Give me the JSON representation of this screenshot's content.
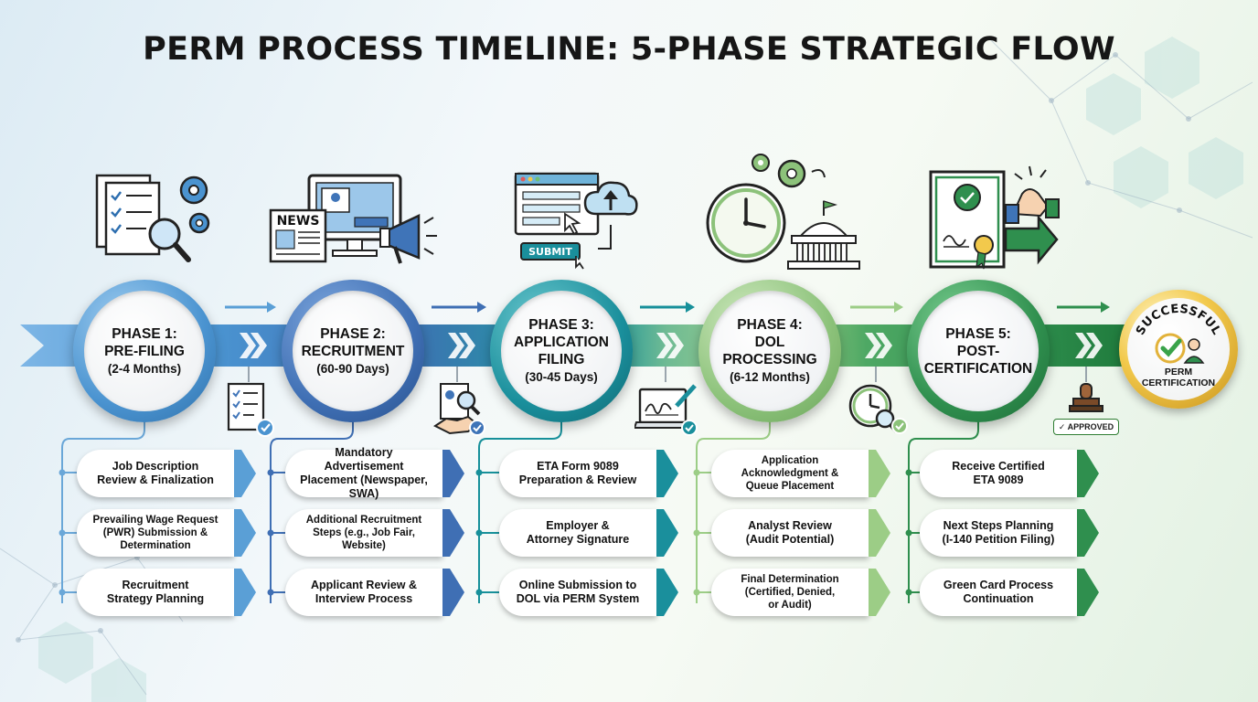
{
  "title": "PERM PROCESS TIMELINE: 5-PHASE STRATEGIC FLOW",
  "colors": {
    "phase1": "#4a93d0",
    "phase2": "#3f74b8",
    "phase3": "#1a8f9c",
    "phase4": "#8cc27a",
    "phase5": "#2f8f4e",
    "badge_gold": "#d9a52b"
  },
  "phases": [
    {
      "name": "PHASE 1:\nPRE-FILING",
      "duration": "(2-4 Months)",
      "icon": "documents-magnifier-gears-icon",
      "tasks": [
        "Job Description\nReview & Finalization",
        "Prevailing Wage Request\n(PWR) Submission &\nDetermination",
        "Recruitment\nStrategy Planning"
      ]
    },
    {
      "name": "PHASE 2:\nRECRUITMENT",
      "duration": "(60-90 Days)",
      "icon": "newspaper-monitor-megaphone-icon",
      "tasks": [
        "Mandatory Advertisement\nPlacement (Newspaper, SWA)",
        "Additional Recruitment\nSteps (e.g., Job Fair,\nWebsite)",
        "Applicant Review &\nInterview Process"
      ]
    },
    {
      "name": "PHASE 3:\nAPPLICATION\nFILING",
      "duration": "(30-45 Days)",
      "icon": "browser-upload-submit-icon",
      "tasks": [
        "ETA Form 9089\nPreparation & Review",
        "Employer &\nAttorney Signature",
        "Online Submission to\nDOL via PERM System"
      ]
    },
    {
      "name": "PHASE 4:\nDOL\nPROCESSING",
      "duration": "(6-12 Months)",
      "icon": "clock-government-building-icon",
      "tasks": [
        "Application\nAcknowledgment &\nQueue Placement",
        "Analyst Review\n(Audit Potential)",
        "Final Determination\n(Certified, Denied,\nor Audit)"
      ]
    },
    {
      "name": "PHASE 5:\nPOST-\nCERTIFICATION",
      "duration": "",
      "icon": "certificate-handshake-icon",
      "tasks": [
        "Receive Certified\nETA 9089",
        "Next Steps Planning\n(I-140 Petition Filing)",
        "Green Card Process\nContinuation"
      ]
    }
  ],
  "badge": {
    "top_text": "SUCCESSFUL",
    "bottom_text": "PERM\nCERTIFICATION",
    "icon": "checkmark-person-icon"
  },
  "stamp": {
    "label": "APPROVED",
    "icon": "stamp-icon"
  },
  "transition_icons": [
    "checklist-check-icon",
    "document-handshake-icon",
    "laptop-signature-icon",
    "clock-magnifier-icon",
    "stamp-icon"
  ]
}
